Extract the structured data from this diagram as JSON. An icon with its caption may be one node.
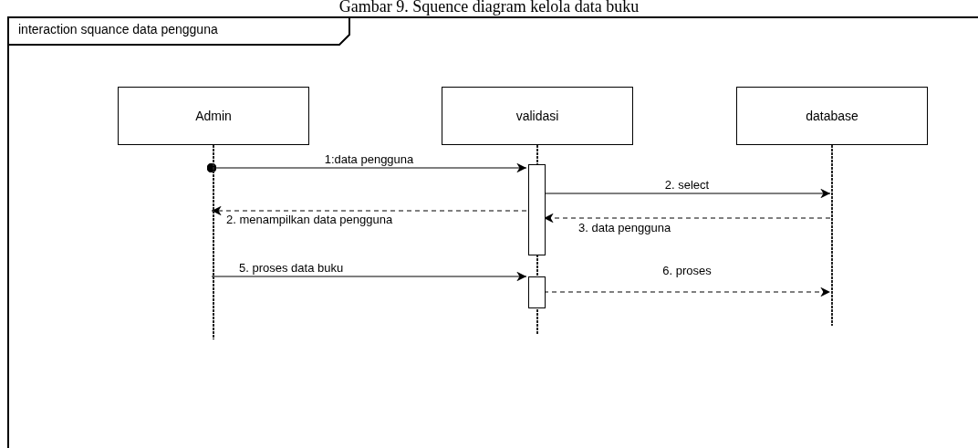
{
  "diagram": {
    "title": "Gambar 9. Squence diagram kelola data buku",
    "nodes": [
      {
        "text": [
          "interaction squance data pengguna"
        ]
      },
      {
        "text": [
          "Admin"
        ],
        "in": 0
      },
      {
        "text": [
          "validasi"
        ],
        "in": 0
      },
      {
        "text": [
          "database"
        ],
        "in": 0
      },
      {
        "text": [],
        "shape": "bar",
        "in": 2
      },
      {
        "text": [],
        "shape": "bar",
        "in": 2
      }
    ],
    "edges": [
      {
        "from": 1,
        "to": 4,
        "arrow": "to",
        "label": "1:data pengguna"
      },
      {
        "from": 4,
        "to": 3,
        "arrow": "to",
        "label": "2. select"
      },
      {
        "from": 4,
        "to": 1,
        "arrow": "to",
        "label": "2. menampilkan data pengguna",
        "style": "dashed"
      },
      {
        "from": 3,
        "to": 4,
        "arrow": "to",
        "label": "3. data pengguna",
        "style": "dashed"
      },
      {
        "from": 1,
        "to": 5,
        "arrow": "to",
        "label": "5. proses data buku"
      },
      {
        "from": 5,
        "to": 3,
        "arrow": "to",
        "label": "6. proses",
        "style": "dashed"
      }
    ]
  }
}
